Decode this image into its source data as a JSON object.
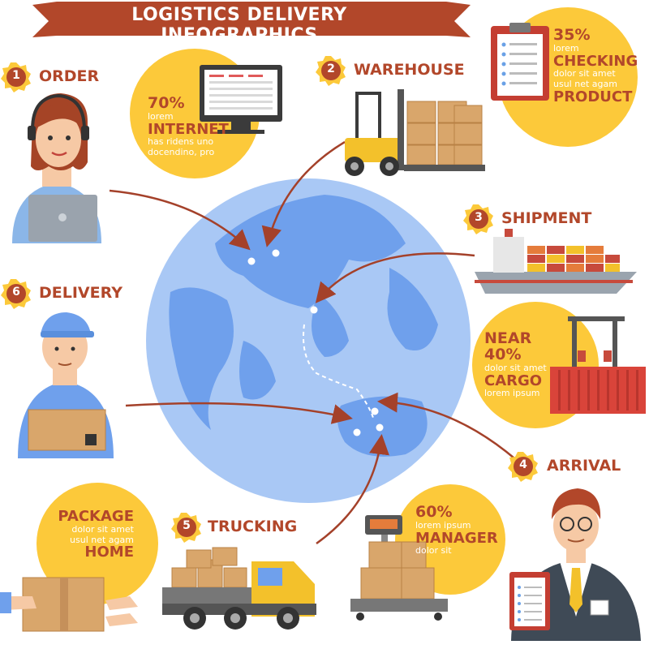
{
  "title": "LOGISTICS DELIVERY INFOGRAPHICS",
  "steps": [
    {
      "number": "1",
      "label": "ORDER"
    },
    {
      "number": "2",
      "label": "WAREHOUSE"
    },
    {
      "number": "3",
      "label": "SHIPMENT"
    },
    {
      "number": "4",
      "label": "ARRIVAL"
    },
    {
      "number": "5",
      "label": "TRUCKING"
    },
    {
      "number": "6",
      "label": "DELIVERY"
    }
  ],
  "stats": {
    "internet": {
      "value": "70%",
      "line1": "lorem",
      "heading": "INTERNET",
      "line2": "has ridens uno",
      "line3": "docendino, pro"
    },
    "checking": {
      "value": "35%",
      "line1": "lorem",
      "heading": "CHECKING",
      "line2": "dolor sit amet",
      "line3": "usul net agam",
      "heading2": "PRODUCT"
    },
    "cargo": {
      "value": "NEAR 40%",
      "line1": "dolor sit amet",
      "heading": "CARGO",
      "line2": "lorem ipsum"
    },
    "manager": {
      "value": "60%",
      "line1": "lorem ipsum",
      "heading": "MANAGER",
      "line2": "dolor sit"
    },
    "package": {
      "heading": "PACKAGE",
      "line1": "dolor sit amet",
      "line2": "usul net agam",
      "heading2": "HOME"
    }
  },
  "colors": {
    "banner": "#b2472a",
    "accent_text": "#b2472a",
    "yellow": "#fcc93a",
    "globe_water": "#a9c8f5",
    "globe_land": "#6fa0ec",
    "arrow": "#a4412a"
  }
}
